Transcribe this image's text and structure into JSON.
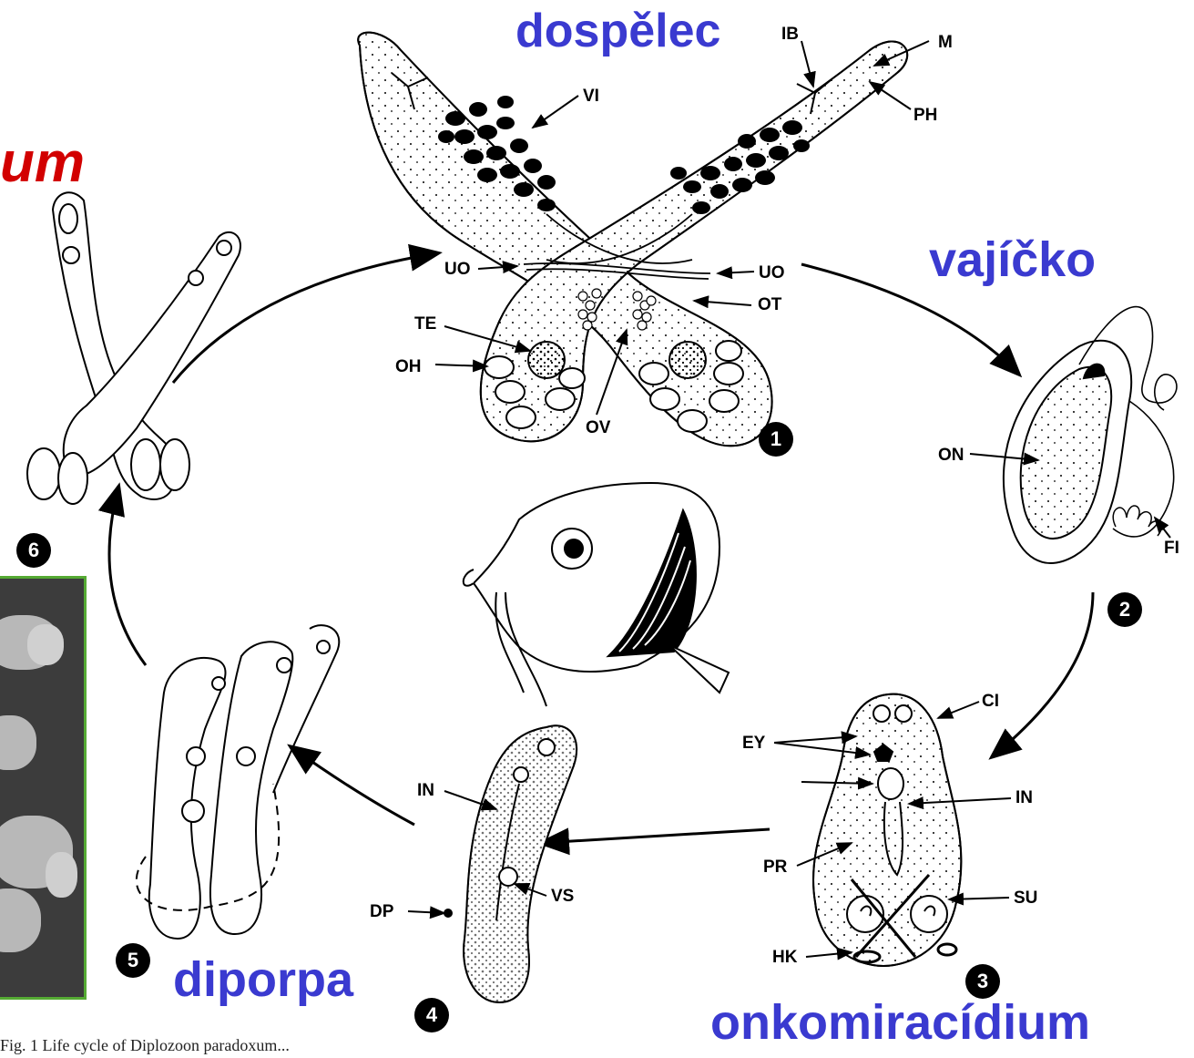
{
  "stages": {
    "adult": "dospělec",
    "egg": "vajíčko",
    "oncomiracidium": "onkomiracídium",
    "diporpa": "diporpa",
    "cropped_title": "um"
  },
  "stage_numbers": [
    "1",
    "2",
    "3",
    "4",
    "5",
    "6"
  ],
  "labels": {
    "vi": "VI",
    "ib": "IB",
    "m": "M",
    "ph": "PH",
    "uo_left": "UO",
    "uo_right": "UO",
    "ot": "OT",
    "te": "TE",
    "oh": "OH",
    "ov": "OV",
    "on": "ON",
    "fi": "FI",
    "ci": "CI",
    "ey": "EY",
    "in_onco": "IN",
    "pr": "PR",
    "su": "SU",
    "hk": "HK",
    "in_diporpa": "IN",
    "dp": "DP",
    "vs": "VS"
  },
  "caption": "Fig. 1   Life cycle of Diplozoon paradoxum...",
  "colors": {
    "title_blue": "#3a3ad0",
    "title_red": "#d20000",
    "photo_border": "#55aa33"
  }
}
